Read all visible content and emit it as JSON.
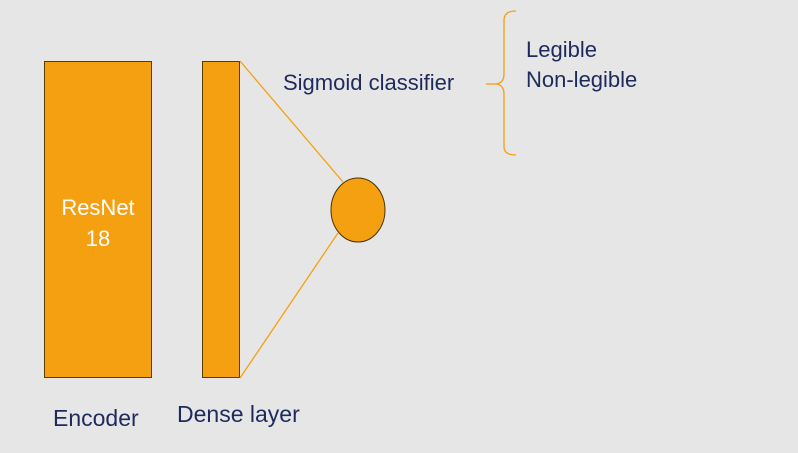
{
  "encoder": {
    "block_line1": "ResNet",
    "block_line2": "18",
    "caption": "Encoder"
  },
  "dense": {
    "caption": "Dense layer"
  },
  "classifier": {
    "caption": "Sigmoid classifier"
  },
  "outputs": [
    "Legible",
    "Non-legible"
  ],
  "colors": {
    "block_fill": "#f5a011",
    "line": "#f5a011",
    "text": "#1f2a5c",
    "background": "#e6e6e6"
  }
}
